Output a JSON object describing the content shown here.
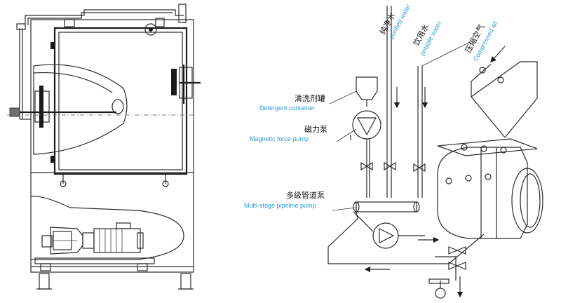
{
  "colors": {
    "line": "#2a2a2a",
    "english_label": "#2a9fd6"
  },
  "labels": {
    "pure_water_cn": "纯净水",
    "pure_water_en": "purified water",
    "drinking_water_cn": "饮用水",
    "drinking_water_en": "potable water",
    "compressed_air_cn": "压缩空气",
    "compressed_air_en": "Compressed air",
    "detergent_cn": "清洗剂罐",
    "detergent_en": "Detergent container",
    "magnetic_pump_cn": "磁力泵",
    "magnetic_pump_en": "Magnetic force pump",
    "multistage_pump_cn": "多级管道泵",
    "multistage_pump_en": "Multi-stage pipeline pump"
  }
}
